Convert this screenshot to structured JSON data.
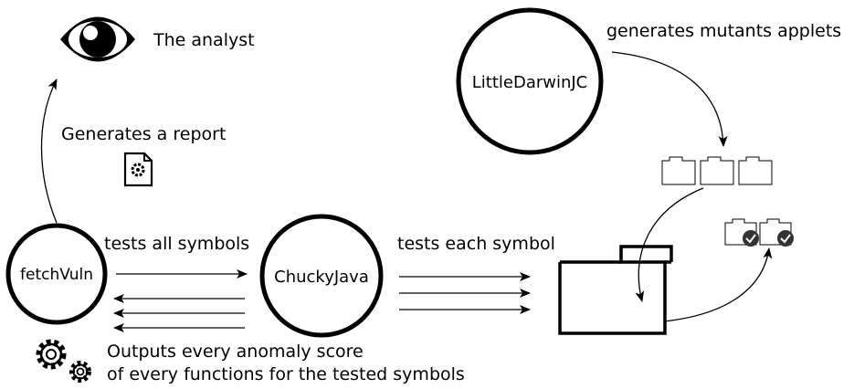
{
  "nodes": {
    "fetchvuln": "fetchVuln",
    "chuckyjava": "ChuckyJava",
    "littledarwin": "LittleDarwinJC"
  },
  "labels": {
    "analyst": "The analyst",
    "report": "Generates a report",
    "tests_all": "tests all symbols",
    "tests_each": "tests each symbol",
    "mutants": "generates mutants applets",
    "outputs_line1": "Outputs every anomaly score",
    "outputs_line2": "of every functions for the tested symbols"
  },
  "icons": {
    "eye": "eye-icon",
    "report": "report-document-gear-icon",
    "gears": "gears-icon",
    "folder": "folder-icon",
    "folder_check": "folder-checked-icon"
  },
  "colors": {
    "stroke": "#000000",
    "background": "#ffffff"
  }
}
